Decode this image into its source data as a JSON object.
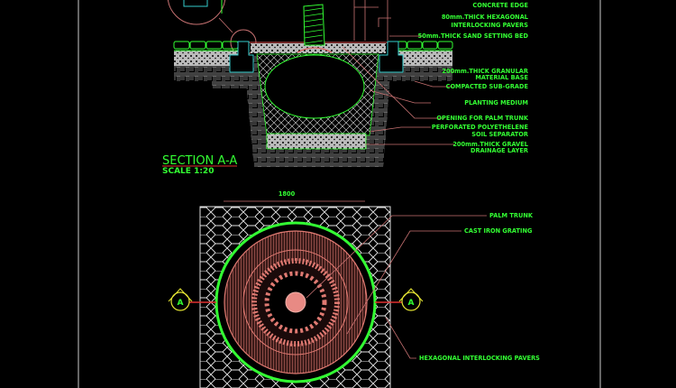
{
  "section": {
    "title": "SECTION A-A",
    "scale": "SCALE 1:20",
    "labels": [
      [
        "CONCRETE EDGE"
      ],
      [
        "80mm.THICK HEXAGONAL",
        "INTERLOCKING PAVERS"
      ],
      [
        "50mm.THICK SAND SETTING BED"
      ],
      [
        "200mm.THICK GRANULAR",
        "MATERIAL BASE"
      ],
      [
        "COMPACTED SUB-GRADE"
      ],
      [
        "PLANTING MEDIUM"
      ],
      [
        "OPENING FOR PALM TRUNK"
      ],
      [
        "PERFORATED POLYETHELENE",
        "SOIL SEPARATOR"
      ],
      [
        "200mm.THICK GRAVEL",
        "DRAINAGE LAYER"
      ]
    ]
  },
  "plan": {
    "dimension": "1800",
    "labels": [
      "PALM TRUNK",
      "CAST IRON GRATING",
      "HEXAGONAL INTERLOCKING PAVERS"
    ],
    "section_marker": "A"
  },
  "colors": {
    "background": "#000000",
    "text": "#33ff33",
    "leader": "#c87272",
    "grating": "#e07a72",
    "outline": "#e0e0e0",
    "cyan": "#33cccc",
    "marker": "#e6e633"
  }
}
